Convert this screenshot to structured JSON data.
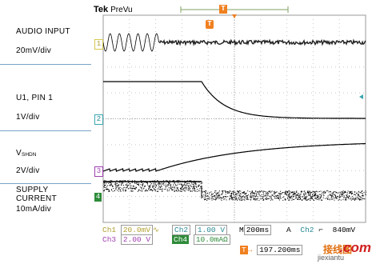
{
  "header": {
    "brand": "Tek",
    "mode": "PreVu"
  },
  "trigger_marker_top": "T",
  "trigger_marker_screen": "T",
  "channel_labels": [
    {
      "title": "AUDIO INPUT",
      "scale": "20mV/div"
    },
    {
      "title": "U1, PIN 1",
      "scale": "1V/div"
    },
    {
      "title_main": "V",
      "title_sub": "SHDN",
      "scale": "2V/div"
    },
    {
      "title": "SUPPLY CURRENT",
      "scale": "10mA/div"
    }
  ],
  "channel_markers": [
    "1",
    "2",
    "3",
    "4"
  ],
  "settings": {
    "ch1": "Ch1",
    "ch1_value": "20.0mV",
    "ch2": "Ch2",
    "ch2_value": "1.00 V",
    "ch3": "Ch3",
    "ch3_value": "2.00 V",
    "ch4": "Ch4",
    "ch4_value": "10.0mAΩ",
    "m_label": "M",
    "m_value": "200ms",
    "a_label": "A",
    "a_channel": "Ch2",
    "a_level": "840mV",
    "t_label": "T",
    "t_position": "197.200ms"
  },
  "watermark": {
    "cn": "接线图",
    "domain": ".com",
    "site": "jiexiantu"
  },
  "colors": {
    "ch1": "#d6c84a",
    "ch2": "#3aa6b0",
    "ch3": "#a040b0",
    "ch4": "#2e8b3a",
    "trigger": "#f08020",
    "grid": "#b8b8b8",
    "trace": "#000000"
  }
}
